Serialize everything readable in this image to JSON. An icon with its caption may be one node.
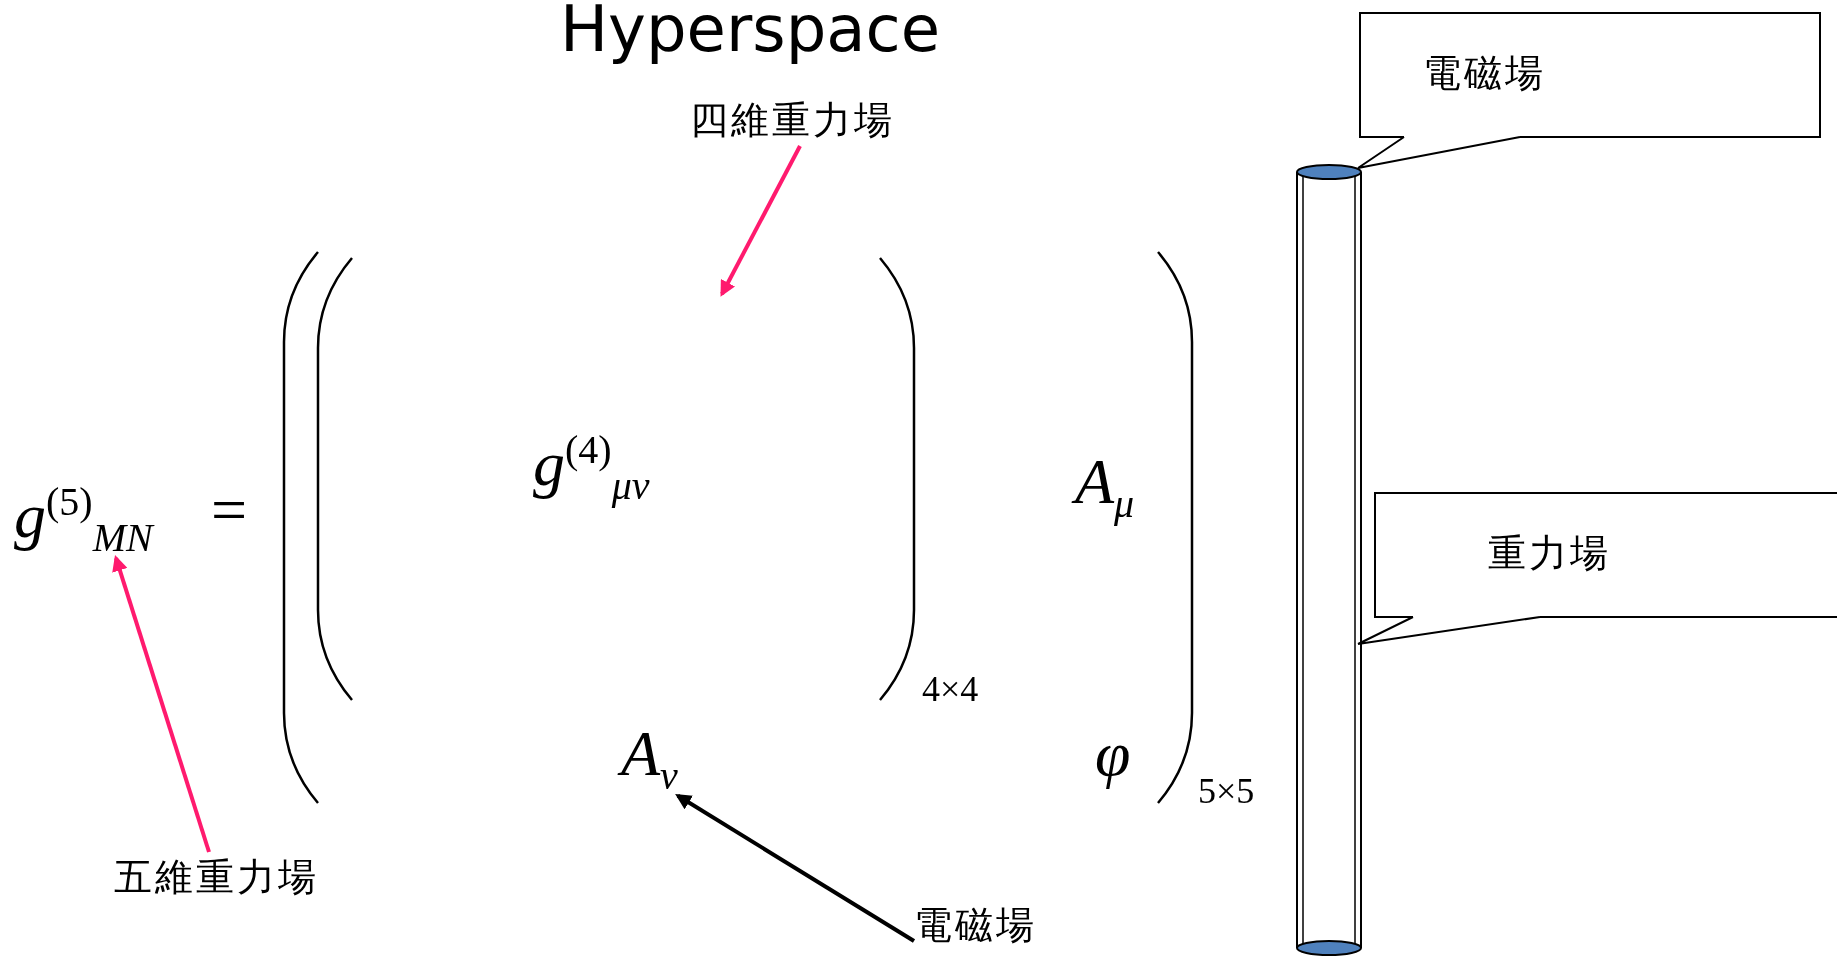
{
  "diagram": {
    "title": "Hyperspace",
    "nodes": [
      {
        "text": [
          "四維重力場"
        ]
      },
      {
        "text": [
          "g$^{(4)}$$_{μν}$"
        ]
      },
      {
        "text": [
          "五維重力場"
        ]
      },
      {
        "text": [
          "g$^{(5)}$$_{MN}$"
        ]
      },
      {
        "text": [
          "電磁場"
        ]
      },
      {
        "text": [
          "A$_{ν}$"
        ]
      },
      {
        "text": [
          "電磁場"
        ]
      },
      {
        "text": [
          "重力場"
        ]
      },
      {
        "text": [],
        "shape": "cylinder"
      }
    ],
    "edges": [
      {
        "from": 0,
        "to": 1,
        "arrow": "to",
        "color": "#ff1a6e"
      },
      {
        "from": 2,
        "to": 3,
        "arrow": "to",
        "color": "#ff1a6e"
      },
      {
        "from": 4,
        "to": 5,
        "arrow": "to"
      },
      {
        "from": 6,
        "to": 8,
        "arrow": "none"
      },
      {
        "from": 7,
        "to": 8,
        "arrow": "none"
      }
    ],
    "labels": [
      "=",
      "A$_{μ}$",
      "4×4",
      "φ",
      "5×5"
    ]
  }
}
